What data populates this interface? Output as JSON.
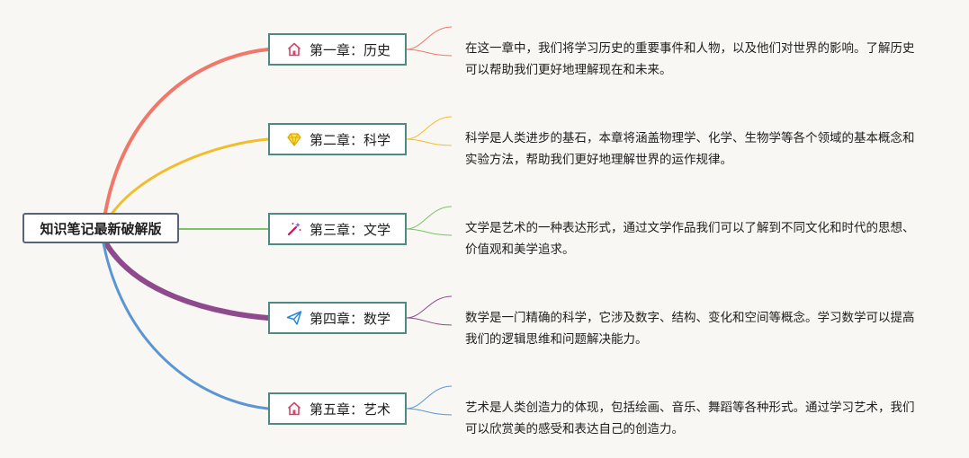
{
  "root": {
    "label": "知识笔记最新破解版"
  },
  "chapters": [
    {
      "title": "第一章：历史",
      "icon": "house-icon",
      "branch_color": "#f0786a",
      "description": "在这一章中，我们将学习历史的重要事件和人物，以及他们对世界的影响。了解历史可以帮助我们更好地理解现在和未来。"
    },
    {
      "title": "第二章：科学",
      "icon": "diamond-icon",
      "branch_color": "#f2bd2c",
      "description": "科学是人类进步的基石，本章将涵盖物理学、化学、生物学等各个领域的基本概念和实验方法，帮助我们更好地理解世界的运作规律。"
    },
    {
      "title": "第三章：文学",
      "icon": "magic-wand-icon",
      "branch_color": "#78c466",
      "description": "文学是艺术的一种表达形式，通过文学作品我们可以了解到不同文化和时代的思想、价值观和美学追求。"
    },
    {
      "title": "第四章：数学",
      "icon": "paper-plane-icon",
      "branch_color": "#8e4a8c",
      "description": "数学是一门精确的科学，它涉及数字、结构、变化和空间等概念。学习数学可以提高我们的逻辑思维和问题解决能力。"
    },
    {
      "title": "第五章：艺术",
      "icon": "house-icon",
      "branch_color": "#5b95d4",
      "description": "艺术是人类创造力的体现，包括绘画、音乐、舞蹈等各种形式。通过学习艺术，我们可以欣赏美的感受和表达自己的创造力。"
    }
  ]
}
